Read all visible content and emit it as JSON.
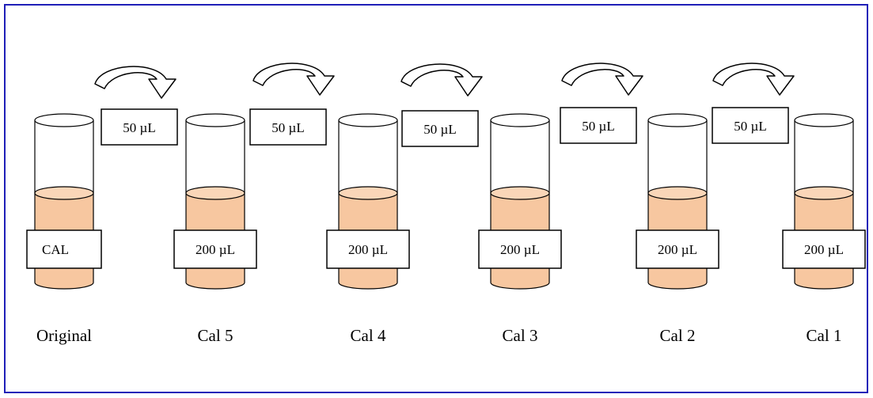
{
  "tubes": [
    {
      "band_label": "CAL",
      "caption": "Original"
    },
    {
      "band_label": "200 µL",
      "caption": "Cal 5"
    },
    {
      "band_label": "200 µL",
      "caption": "Cal 4"
    },
    {
      "band_label": "200 µL",
      "caption": "Cal 3"
    },
    {
      "band_label": "200 µL",
      "caption": "Cal 2"
    },
    {
      "band_label": "200 µL",
      "caption": "Cal 1"
    }
  ],
  "transfers": [
    {
      "label": "50 µL"
    },
    {
      "label": "50 µL"
    },
    {
      "label": "50 µL"
    },
    {
      "label": "50 µL"
    },
    {
      "label": "50 µL"
    }
  ],
  "colors": {
    "frame": "#1f1fb8",
    "liquid": "#f7c7a0",
    "liquid_top": "#fad6b8",
    "arrow_fill": "#ffffff",
    "outline": "#000000"
  }
}
